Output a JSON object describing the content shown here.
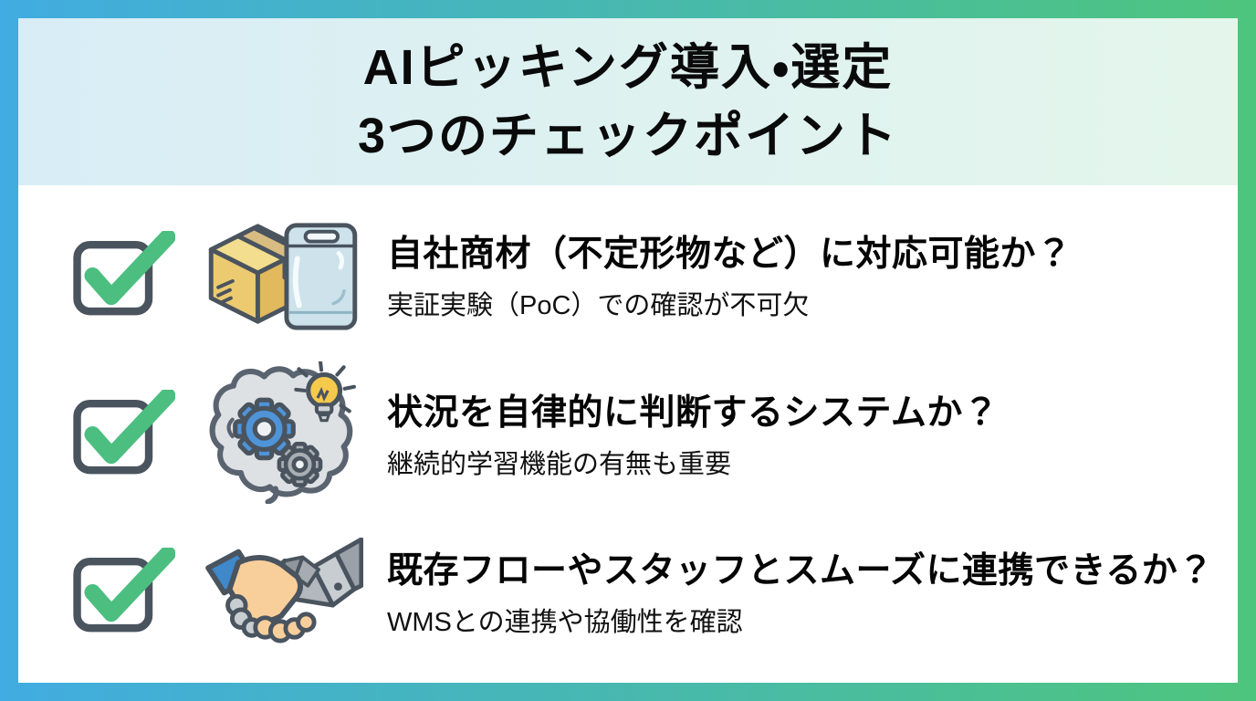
{
  "meta": {
    "type": "checklist-infographic",
    "language": "ja"
  },
  "colors": {
    "frame_gradient_left": "#41ace1",
    "frame_gradient_right": "#4ec57d",
    "header_gradient_left": "#d8edf6",
    "header_gradient_right": "#e4f6eb",
    "body_background": "#ffffff",
    "title_text": "#0a0a0a",
    "checkbox_outline": "#4a545f",
    "checkmark_green": "#4cbe80",
    "box_tan": "#ecca70",
    "bag_blue": "#cde2eb",
    "gear_blue": "#4f94d8",
    "bulb_yellow": "#f5c94b",
    "brain_gray": "#dde1e4",
    "hand_skin": "#f8cf9b",
    "sleeve_blue": "#3f88c9",
    "robot_gray": "#c8cdd2"
  },
  "header": {
    "title_line1": "AIピッキング導入・選定",
    "title_line2": "3つのチェックポイント"
  },
  "checkpoints": [
    {
      "icon": "package-and-bag-icon",
      "headline": "自社商材（不定形物など）に対応可能か？",
      "subtext": "実証実験（PoC）での確認が不可欠"
    },
    {
      "icon": "ai-brain-gears-bulb-icon",
      "headline": "状況を自律的に判断するシステムか？",
      "subtext": "継続的学習機能の有無も重要"
    },
    {
      "icon": "human-robot-handshake-icon",
      "headline": "既存フローやスタッフとスムーズに連携できるか？",
      "subtext": "WMSとの連携や協働性を確認"
    }
  ]
}
